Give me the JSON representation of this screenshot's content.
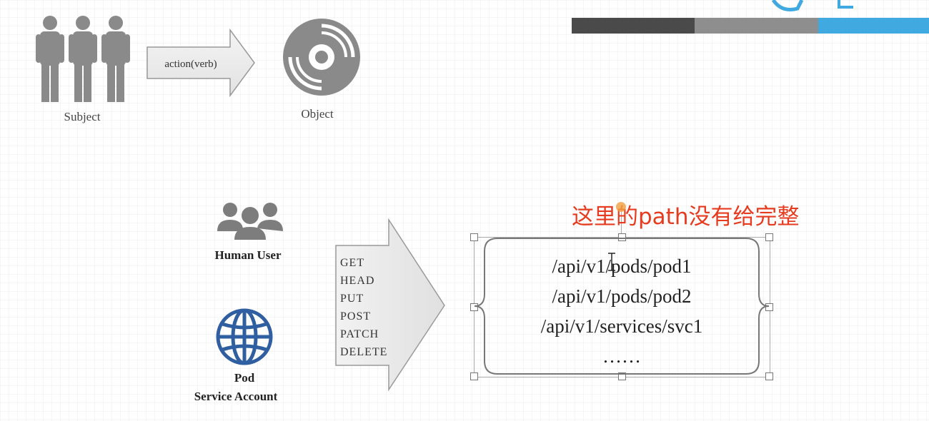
{
  "top_diagram": {
    "subject_label": "Subject",
    "action_label": "action(verb)",
    "object_label": "Object"
  },
  "bottom_diagram": {
    "human_user_label": "Human User",
    "pod_label": "Pod",
    "service_account_label": "Service Account",
    "verbs": [
      "GET",
      "HEAD",
      "PUT",
      "POST",
      "PATCH",
      "DELETE"
    ],
    "paths": [
      "/api/v1/pods/pod1",
      "/api/v1/pods/pod2",
      "/api/v1/services/svc1",
      "……"
    ]
  },
  "annotation": {
    "text": "这里的path没有给完整",
    "color": "#e63b1f"
  },
  "header_bar": {
    "colors": [
      "#4a4a4a",
      "#8e8e8e",
      "#3fa9e0"
    ]
  },
  "icons": [
    "people-group-icon",
    "arrow-right-icon",
    "disc-icon",
    "user-group-icon",
    "globe-icon",
    "text-cursor-icon"
  ]
}
